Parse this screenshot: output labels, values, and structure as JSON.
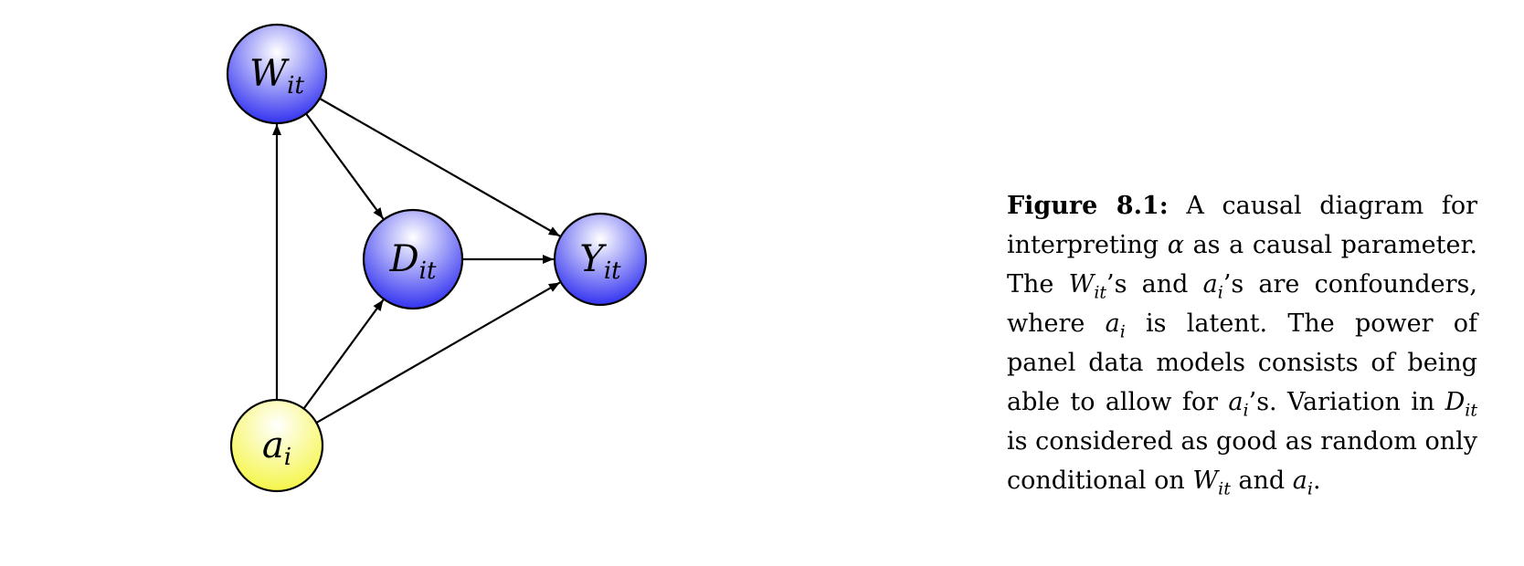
{
  "colors": {
    "observed_node": "#2b2bf0",
    "latent_node": "#f5f542",
    "edge": "#000000"
  },
  "nodes": [
    {
      "id": "W",
      "main": "W",
      "sub": "it",
      "kind": "observed"
    },
    {
      "id": "D",
      "main": "D",
      "sub": "it",
      "kind": "observed"
    },
    {
      "id": "Y",
      "main": "Y",
      "sub": "it",
      "kind": "observed"
    },
    {
      "id": "a",
      "main": "a",
      "sub": "i",
      "kind": "latent"
    }
  ],
  "edges": [
    {
      "from": "a",
      "to": "W"
    },
    {
      "from": "a",
      "to": "D"
    },
    {
      "from": "a",
      "to": "Y"
    },
    {
      "from": "W",
      "to": "D"
    },
    {
      "from": "W",
      "to": "Y"
    },
    {
      "from": "D",
      "to": "Y"
    }
  ],
  "caption": {
    "label": "Figure 8.1:",
    "t1": " A causal diagram for interpreting ",
    "alpha": "α",
    "t2": " as a causal parameter. The ",
    "W1": "W",
    "W1_sub": "it",
    "t3": "’s and ",
    "a1": "a",
    "a1_sub": "i",
    "t4": "’s are confounders, where ",
    "a2": "a",
    "a2_sub": "i",
    "t5": " is latent. The power of panel data models consists of being able to allow for ",
    "a3": "a",
    "a3_sub": "i",
    "t6": "’s. Variation in ",
    "D1": "D",
    "D1_sub": "it",
    "t7": " is considered as good as random only conditional on ",
    "W2": "W",
    "W2_sub": "it",
    "t8": " and ",
    "a4": "a",
    "a4_sub": "i",
    "t9": "."
  }
}
